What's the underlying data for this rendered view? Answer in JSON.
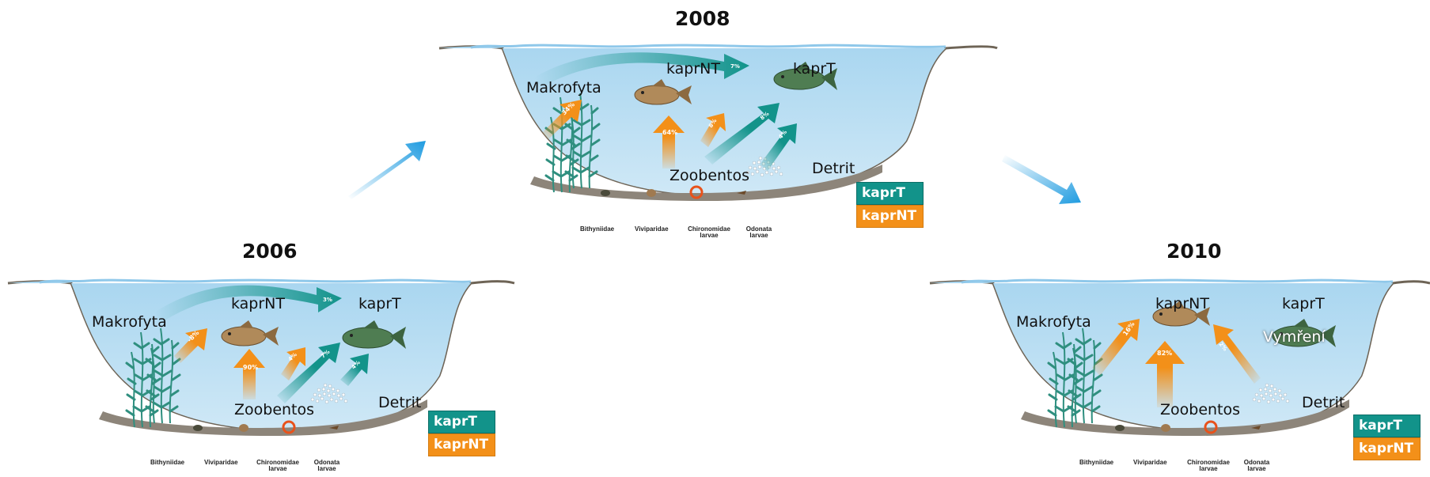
{
  "colors": {
    "water": "#c3e3f5",
    "water_surface": "#9fd0ec",
    "bank": "#6e6456",
    "sediment": "#8d857a",
    "teal": "#12938a",
    "orange": "#f39019",
    "plant": "#2f8f7f",
    "blue_arrow": "#1e9be0"
  },
  "ponds": [
    {
      "year": "2006",
      "labels": {
        "makrofyta": "Makrofyta",
        "kaprNT": "kaprNT",
        "kaprT": "kaprT",
        "zoobentos": "Zoobentos",
        "detrit": "Detrit"
      },
      "percents": {
        "zoo_nt": "90%",
        "mak_nt": "-8%",
        "zoo_nt2": "4%",
        "zoo_t": "7%",
        "det_t": "4%",
        "mak_t": "3%"
      },
      "sediment": [
        "Bithyniidae",
        "Viviparidae",
        "Chironomidae larvae",
        "Odonata larvae"
      ],
      "legend": {
        "t": "kaprT",
        "nt": "kaprNT"
      }
    },
    {
      "year": "2008",
      "labels": {
        "makrofyta": "Makrofyta",
        "kaprNT": "kaprNT",
        "kaprT": "kaprT",
        "zoobentos": "Zoobentos",
        "detrit": "Detrit"
      },
      "percents": {
        "zoo_nt": "64%",
        "mak_nt": "34%",
        "zoo_nt2": "8%",
        "zoo_t": "8%",
        "det_t": "4%",
        "mak_t": "7%"
      },
      "sediment": [
        "Bithyniidae",
        "Viviparidae",
        "Chironomidae larvae",
        "Odonata larvae"
      ],
      "legend": {
        "t": "kaprT",
        "nt": "kaprNT"
      }
    },
    {
      "year": "2010",
      "labels": {
        "makrofyta": "Makrofyta",
        "kaprNT": "kaprNT",
        "kaprT": "kaprT",
        "zoobentos": "Zoobentos",
        "detrit": "Detrit",
        "vymreni": "Vymření"
      },
      "percents": {
        "zoo_nt": "82%",
        "mak_nt": "16%",
        "det_nt": "2%"
      },
      "sediment": [
        "Bithyniidae",
        "Viviparidae",
        "Chironomidae larvae",
        "Odonata larvae"
      ],
      "legend": {
        "t": "kaprT",
        "nt": "kaprNT"
      }
    }
  ]
}
